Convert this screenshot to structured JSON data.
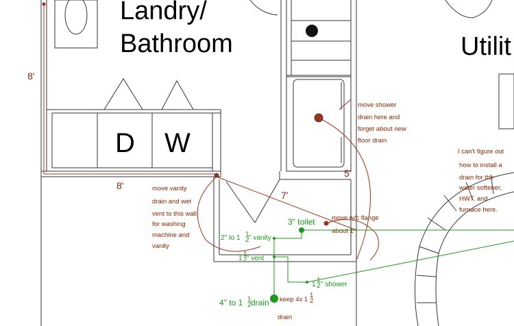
{
  "rooms": {
    "laundry_line1": "Landry/",
    "laundry_line2": "Bathroom",
    "utility": "Utilit"
  },
  "appliances": {
    "dryer": "D",
    "washer": "W"
  },
  "dimensions": {
    "left_wall": "8'",
    "bottom_wall": "8'",
    "diagonal": "7'",
    "shower_side": "5'"
  },
  "notes": {
    "move_shower": [
      "move shower",
      "drain here and",
      "forget about new",
      "floor drain"
    ],
    "move_vanity": [
      "move vanity",
      "drain and wet",
      "vent to this wall",
      "for washing",
      "machine and",
      "vanity"
    ],
    "move_wc": [
      "move w/c flange",
      "about 1'"
    ],
    "utility_drain": [
      "I can't figure out",
      "how to install a",
      "drain for the",
      "water softener,",
      "HWT, and",
      "furnace here."
    ]
  },
  "plumbing": {
    "toilet": "3\" toilet",
    "vanity": "2\" to 1",
    "vanity_suffix": "\" vanity",
    "vent": "1",
    "vent_suffix": "\" vent",
    "shower_prefix": "1",
    "shower_suffix": "\" shower",
    "drain_main": "4\" to 1",
    "drain_main_suffix": " drain",
    "keep_prefix": "keep 4x 1",
    "keep_line2": "drain",
    "frac_num": "1",
    "frac_den": "2"
  },
  "colors": {
    "walls": "#333333",
    "notes": "#8b2500",
    "plumbing": "#1a9a1a",
    "drain_fill": "#a0341a"
  }
}
